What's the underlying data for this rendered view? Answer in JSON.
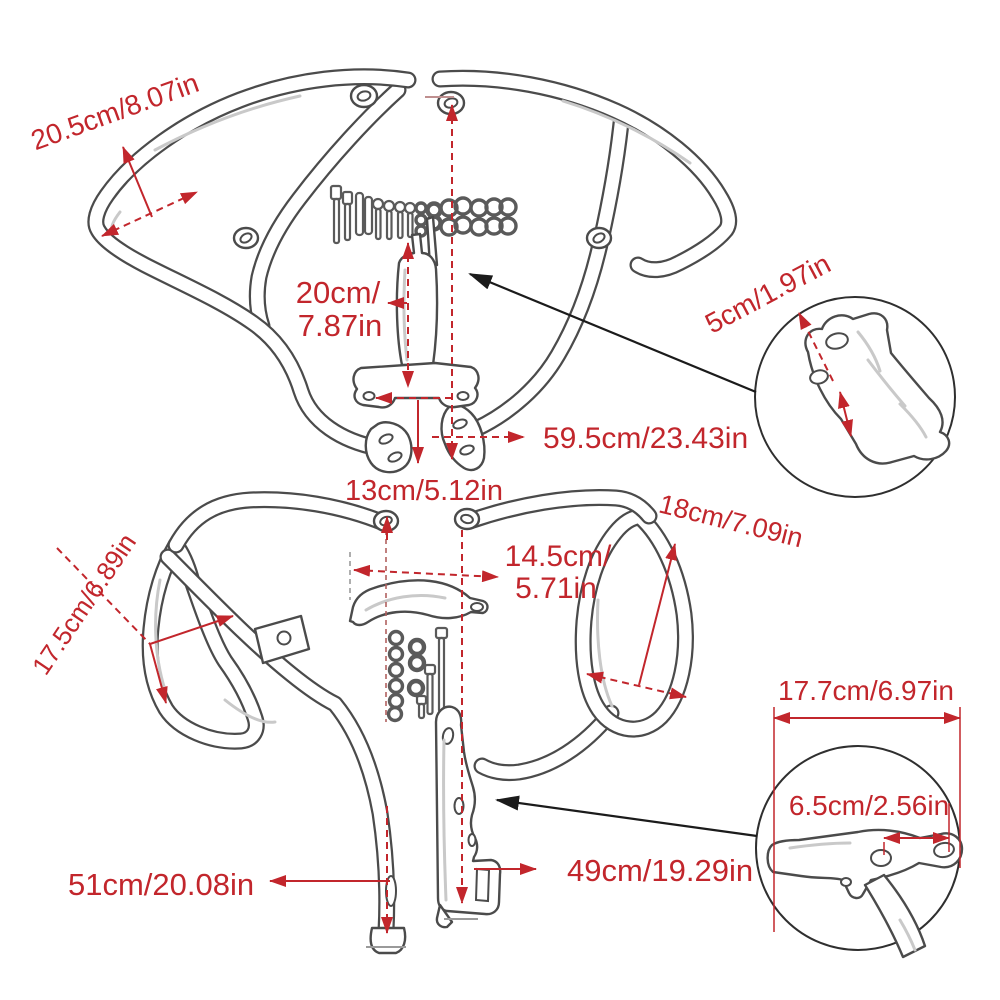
{
  "colors": {
    "dimension_red": "#c2262c",
    "ink_gray": "#4b4b4b",
    "leader_black": "#1b1b1b",
    "background": "#ffffff"
  },
  "labels": {
    "upper_loop": "20.5cm/8.07in",
    "bracket_post_1": "20cm/",
    "bracket_post_2": "7.87in",
    "detail_5cm": "5cm/1.97in",
    "overall_width": "59.5cm/23.43in",
    "center_13cm": "13cm/5.12in",
    "lower_right_18cm": "18cm/7.09in",
    "lower_left_loop": "17.5cm/6.89in",
    "bridge_1": "14.5cm/",
    "bridge_2": "5.71in",
    "detail_width_17_7": "17.7cm/6.97in",
    "detail_holes_6_5": "6.5cm/2.56in",
    "left_leg_51cm": "51cm/20.08in",
    "right_leg_49cm": "49cm/19.29in"
  }
}
